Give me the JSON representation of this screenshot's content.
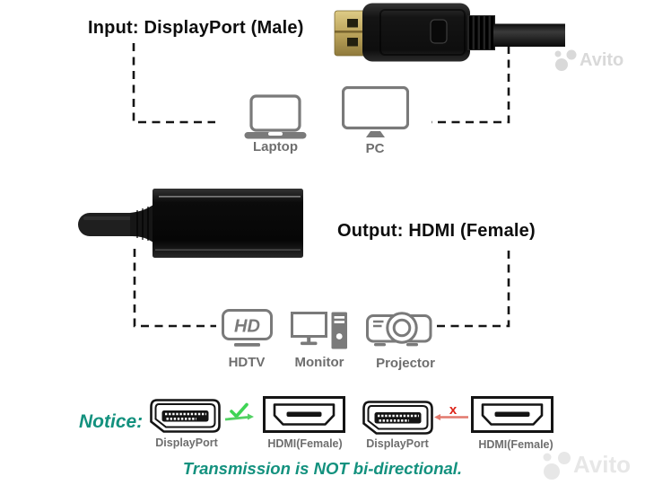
{
  "titles": {
    "input": "Input: DisplayPort (Male)",
    "output": "Output: HDMI (Female)"
  },
  "sources": [
    {
      "name": "laptop",
      "label": "Laptop"
    },
    {
      "name": "pc",
      "label": "PC"
    }
  ],
  "displays": [
    {
      "name": "hdtv",
      "label": "HDTV",
      "badge": "HD"
    },
    {
      "name": "monitor",
      "label": "Monitor"
    },
    {
      "name": "projector",
      "label": "Projector"
    }
  ],
  "notice": {
    "label": "Notice:",
    "allowed": {
      "from": "DisplayPort",
      "to": "HDMI(Female)"
    },
    "blocked": {
      "from": "DisplayPort",
      "to": "HDMI(Female)",
      "mark": "x"
    },
    "footnote": "Transmission is NOT bi-directional."
  },
  "watermark": {
    "brand": "Avito"
  },
  "colors": {
    "teal": "#13917E",
    "green": "#3ED455",
    "red": "#DD2318",
    "icon_gray": "#7A7A7A",
    "label_gray": "#6E6E6E"
  }
}
